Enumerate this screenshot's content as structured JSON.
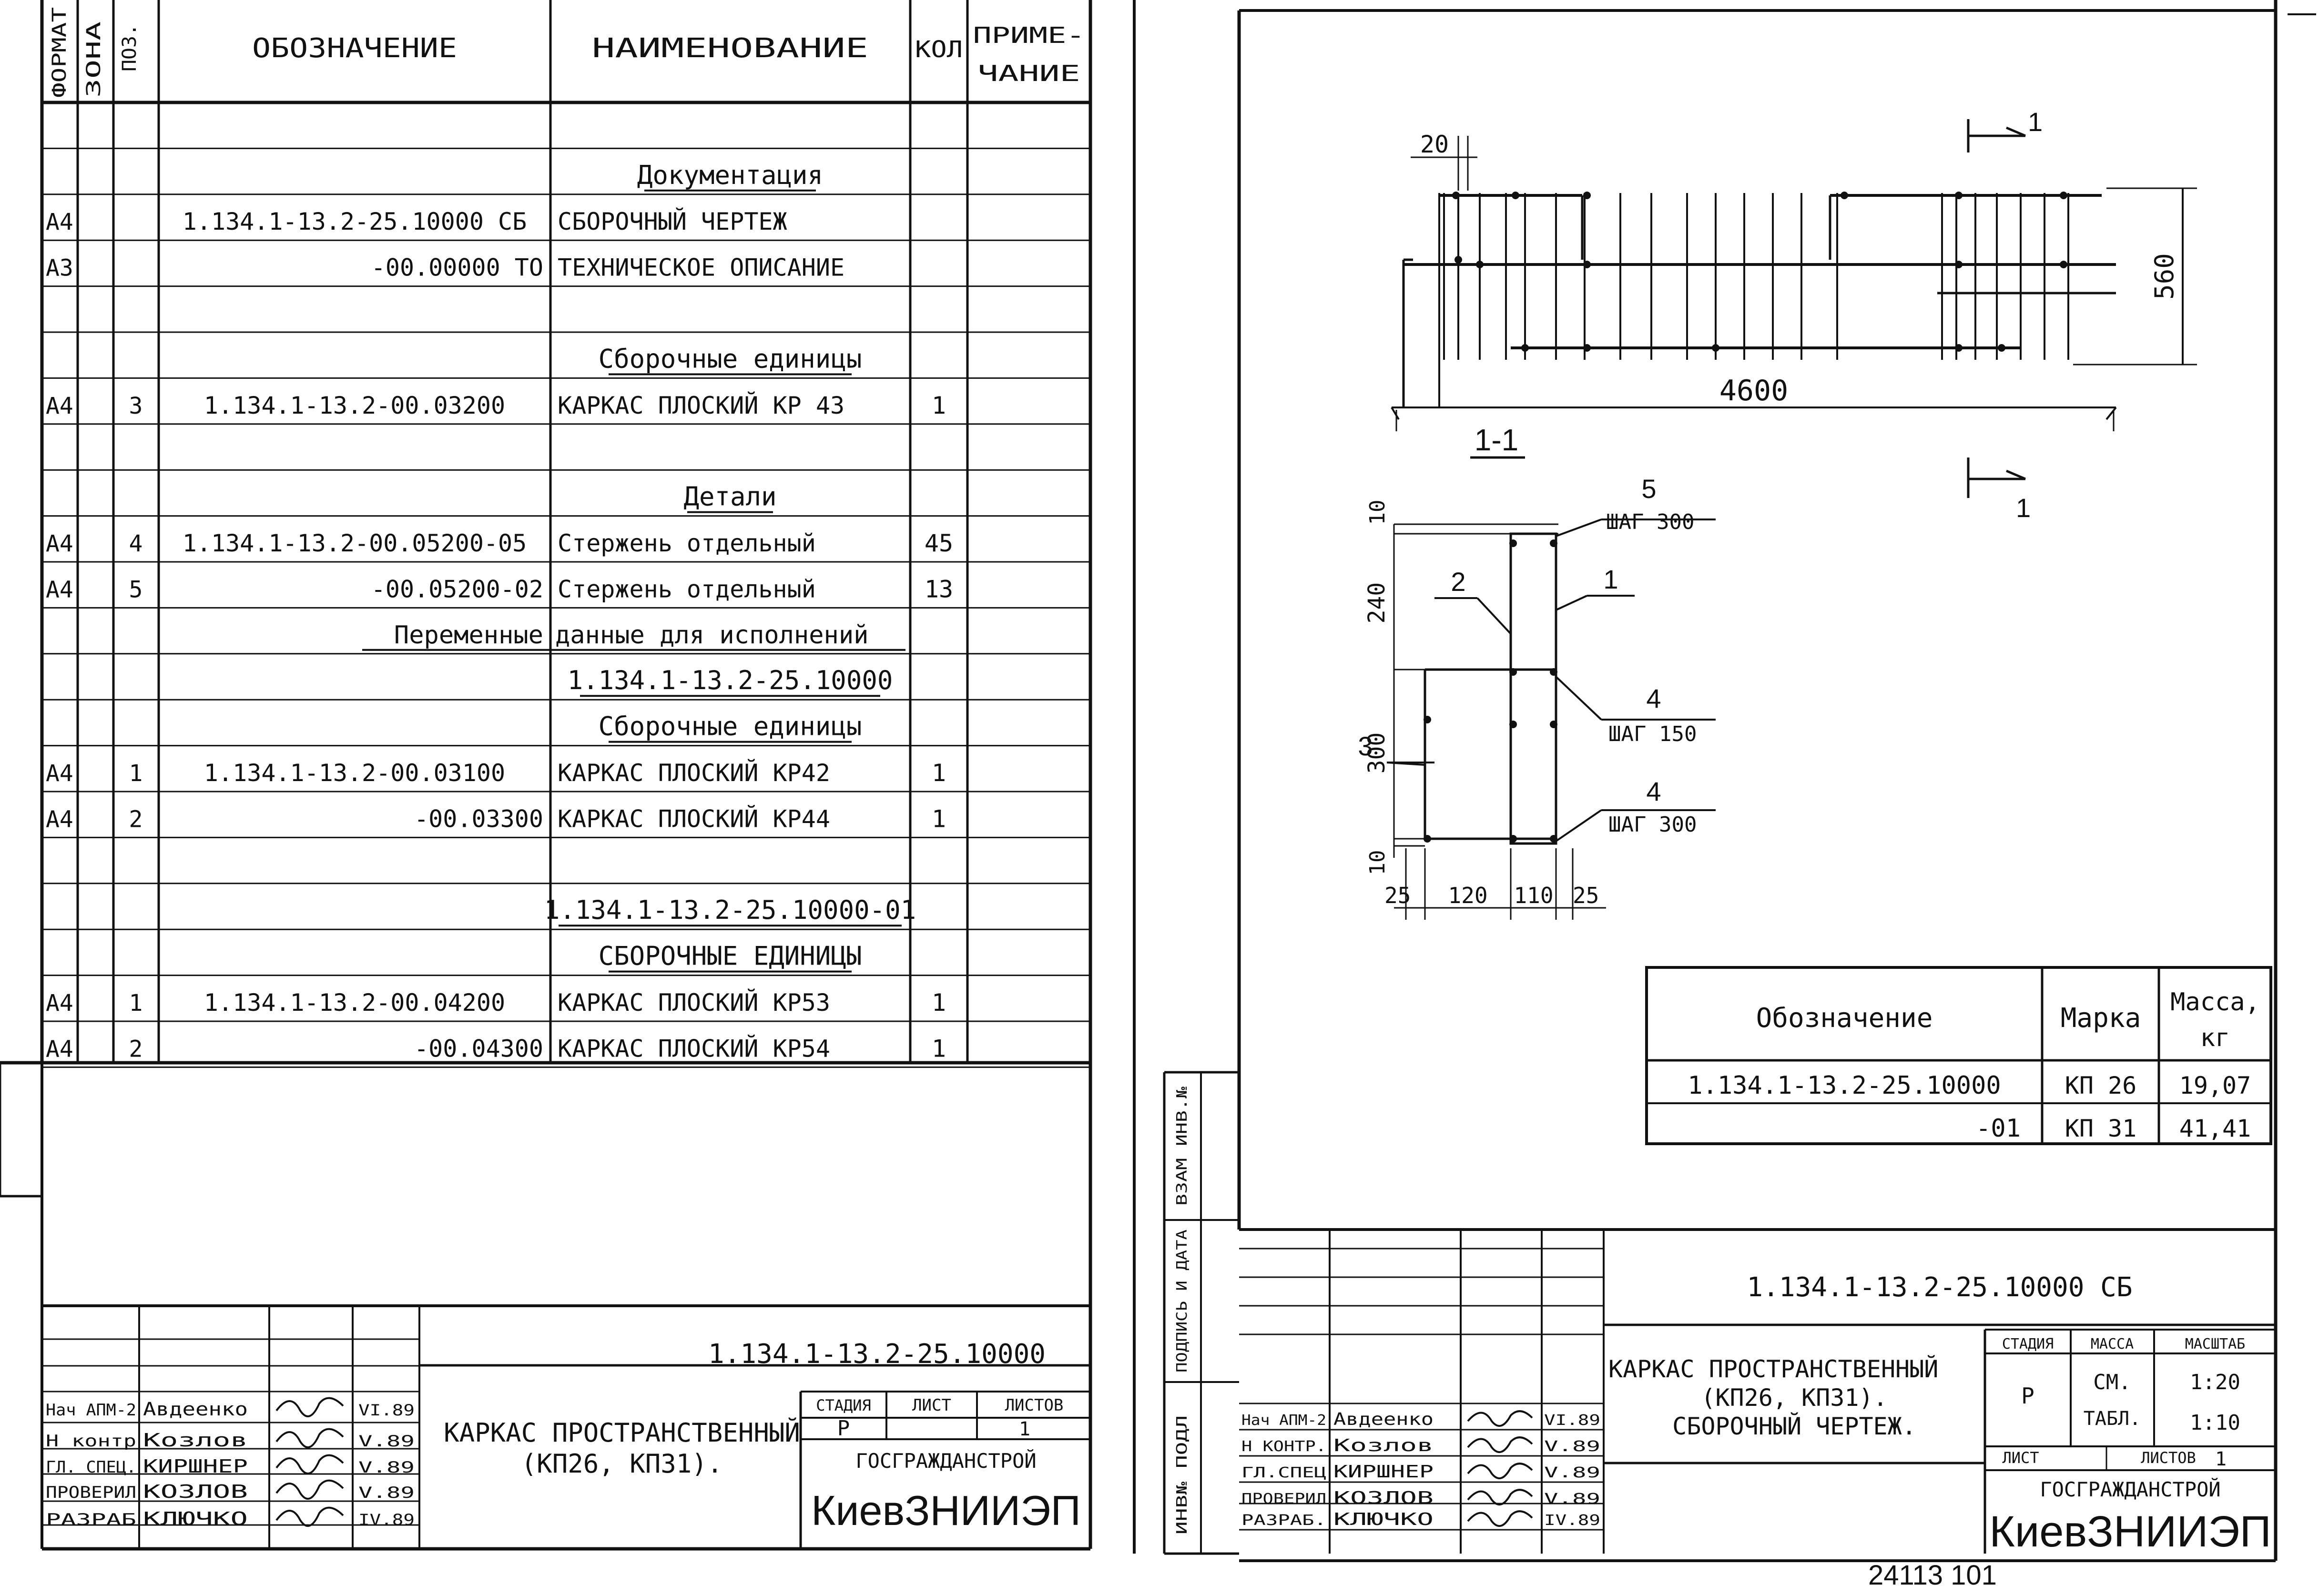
{
  "left": {
    "headers": {
      "format": "ФОРМАТ",
      "zone": "ЗОНА",
      "pos": "ПОЗ.",
      "designation": "ОБОЗНАЧЕНИЕ",
      "name": "НАИМЕНОВАНИЕ",
      "qty": "КОЛ",
      "note1": "ПРИМЕ-",
      "note2": "ЧАНИЕ"
    },
    "rows": [
      {
        "format": "",
        "pos": "",
        "designation": "",
        "name": "",
        "qty": ""
      },
      {
        "format": "",
        "pos": "",
        "designation": "",
        "name": "Документация",
        "qty": "",
        "section": true
      },
      {
        "format": "А4",
        "pos": "",
        "designation": "1.134.1-13.2-25.10000 СБ",
        "name": "СБОРОЧНЫЙ ЧЕРТЕЖ",
        "qty": ""
      },
      {
        "format": "А3",
        "pos": "",
        "designation": "-00.00000 ТО",
        "name": "ТЕХНИЧЕСКОЕ ОПИСАНИЕ",
        "qty": ""
      },
      {
        "format": "",
        "pos": "",
        "designation": "",
        "name": "",
        "qty": ""
      },
      {
        "format": "",
        "pos": "",
        "designation": "",
        "name": "Сборочные единицы",
        "qty": "",
        "section": true
      },
      {
        "format": "А4",
        "pos": "3",
        "designation": "1.134.1-13.2-00.03200",
        "name": "КАРКАС ПЛОСКИЙ КР 43",
        "qty": "1"
      },
      {
        "format": "",
        "pos": "",
        "designation": "",
        "name": "",
        "qty": ""
      },
      {
        "format": "",
        "pos": "",
        "designation": "",
        "name": "Детали",
        "qty": "",
        "section": true
      },
      {
        "format": "А4",
        "pos": "4",
        "designation": "1.134.1-13.2-00.05200-05",
        "name": "Стержень отдельный",
        "qty": "45"
      },
      {
        "format": "А4",
        "pos": "5",
        "designation": "-00.05200-02",
        "name": "Стержень отдельный",
        "qty": "13"
      },
      {
        "format": "",
        "pos": "",
        "designation": "Переменные",
        "name": "данные для исполнений",
        "qty": "",
        "underline": true
      },
      {
        "format": "",
        "pos": "",
        "designation": "",
        "name": "1.134.1-13.2-25.10000",
        "qty": "",
        "section": true
      },
      {
        "format": "",
        "pos": "",
        "designation": "",
        "name": "Сборочные единицы",
        "qty": "",
        "section": true
      },
      {
        "format": "А4",
        "pos": "1",
        "designation": "1.134.1-13.2-00.03100",
        "name": "КАРКАС ПЛОСКИЙ КР42",
        "qty": "1"
      },
      {
        "format": "А4",
        "pos": "2",
        "designation": "-00.03300",
        "name": "КАРКАС ПЛОСКИЙ КР44",
        "qty": "1"
      },
      {
        "format": "",
        "pos": "",
        "designation": "",
        "name": "",
        "qty": ""
      },
      {
        "format": "",
        "pos": "",
        "designation": "",
        "name": "1.134.1-13.2-25.10000-01",
        "qty": "",
        "section": true
      },
      {
        "format": "",
        "pos": "",
        "designation": "",
        "name": "СБОРОЧНЫЕ ЕДИНИЦЫ",
        "qty": "",
        "section": true
      },
      {
        "format": "А4",
        "pos": "1",
        "designation": "1.134.1-13.2-00.04200",
        "name": "КАРКАС ПЛОСКИЙ КР53",
        "qty": "1"
      },
      {
        "format": "А4",
        "pos": "2",
        "designation": "-00.04300",
        "name": "КАРКАС ПЛОСКИЙ КР54",
        "qty": "1"
      }
    ],
    "stamp": {
      "code": "1.134.1-13.2-25.10000",
      "title1": "КАРКАС ПРОСТРАНСТВЕННЫЙ",
      "title2": "(КП26, КП31).",
      "stage_label": "СТАДИЯ",
      "sheet_label": "ЛИСТ",
      "sheets_label": "ЛИСТОВ",
      "stage": "Р",
      "sheets": "1",
      "org1": "ГОСГРАЖДАНСТРОЙ",
      "org2": "КиевЗНИИЭП",
      "people": [
        {
          "role": "Нач АПМ-2",
          "name": "Авдеенко",
          "date": "VI.89"
        },
        {
          "role": "Н контр",
          "name": "Козлов",
          "date": "V.89"
        },
        {
          "role": "ГЛ. СПЕЦ.",
          "name": "КИРШНЕР",
          "date": "V.89"
        },
        {
          "role": "ПРОВЕРИЛ",
          "name": "КОЗЛОВ",
          "date": "V.89"
        },
        {
          "role": "РАЗРАБ",
          "name": "КЛЮЧКО",
          "date": "IV.89"
        }
      ]
    }
  },
  "right": {
    "section_mark": "1",
    "section_label": "1-1",
    "dims": {
      "d20": "20",
      "length": "4600",
      "height": "560",
      "d10a": "10",
      "d240": "240",
      "d300": "300",
      "d10b": "10",
      "d25a": "25",
      "d120": "120",
      "d110": "110",
      "d25b": "25"
    },
    "callouts": [
      {
        "num": "5",
        "text": "ШАГ 300"
      },
      {
        "num": "1",
        "text": ""
      },
      {
        "num": "2",
        "text": ""
      },
      {
        "num": "4",
        "text": "ШАГ 150"
      },
      {
        "num": "3",
        "text": ""
      },
      {
        "num": "4",
        "text": "ШАГ 300"
      }
    ],
    "mass_table": {
      "h_designation": "Обозначение",
      "h_mark": "Марка",
      "h_mass1": "Масса,",
      "h_mass2": "кг",
      "rows": [
        {
          "designation": "1.134.1-13.2-25.10000",
          "mark": "КП 26",
          "mass": "19,07"
        },
        {
          "designation": "-01",
          "mark": "КП 31",
          "mass": "41,41"
        }
      ]
    },
    "side_labels": {
      "a": "ВЗАМ ИНВ.№",
      "b": "ПОДПИСЬ И ДАТА",
      "c": "ИНВ№ ПОДЛ"
    },
    "stamp": {
      "code": "1.134.1-13.2-25.10000 СБ",
      "title1": "КАРКАС ПРОСТРАНСТВЕННЫЙ",
      "title2": "(КП26, КП31).",
      "title3": "СБОРОЧНЫЙ ЧЕРТЕЖ.",
      "stage_label": "СТАДИЯ",
      "mass_label": "МАССА",
      "scale_label": "МАСШТАБ",
      "stage": "Р",
      "mass1": "СМ.",
      "mass2": "ТАБЛ.",
      "scale1": "1:20",
      "scale2": "1:10",
      "sheet_label": "ЛИСТ",
      "sheets_label": "ЛИСТОВ",
      "sheets": "1",
      "org1": "ГОСГРАЖДАНСТРОЙ",
      "org2": "КиевЗНИИЭП",
      "people": [
        {
          "role": "Нач АПМ-2",
          "name": "Авдеенко",
          "date": "VI.89"
        },
        {
          "role": "Н КОНТР.",
          "name": "Козлов",
          "date": "V.89"
        },
        {
          "role": "ГЛ.СПЕЦ",
          "name": "КИРШНЕР",
          "date": "V.89"
        },
        {
          "role": "ПРОВЕРИЛ",
          "name": "КОЗЛОВ",
          "date": "V.89"
        },
        {
          "role": "РАЗРАБ.",
          "name": "КЛЮЧКО",
          "date": "IV.89"
        }
      ]
    },
    "bottom_note": "24113   101"
  }
}
